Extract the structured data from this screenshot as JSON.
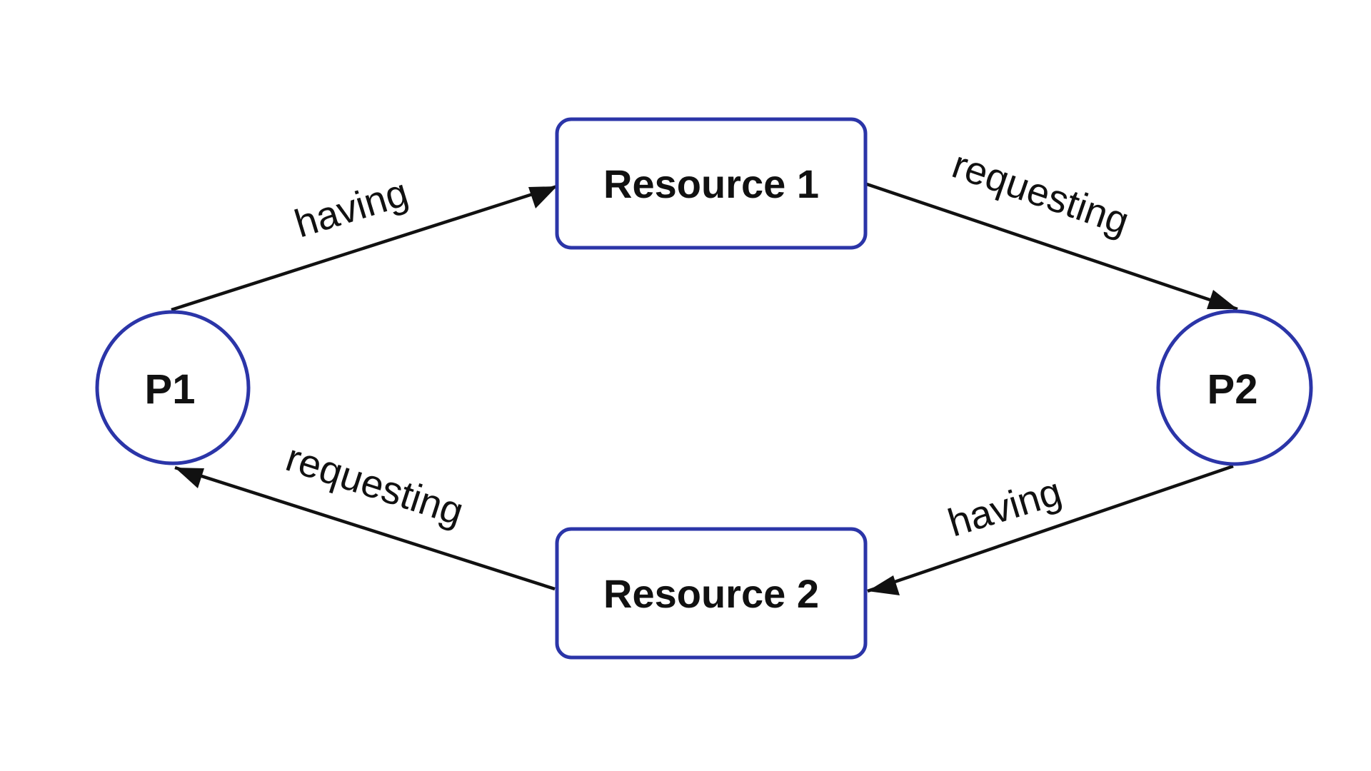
{
  "colors": {
    "node_stroke": "#2B35A8",
    "edge_stroke": "#111111",
    "background": "#ffffff"
  },
  "nodes": {
    "resource1": {
      "label": "Resource 1",
      "shape": "rounded-rectangle"
    },
    "resource2": {
      "label": "Resource 2",
      "shape": "rounded-rectangle"
    },
    "p1": {
      "label": "P1",
      "shape": "circle"
    },
    "p2": {
      "label": "P2",
      "shape": "circle"
    }
  },
  "edges": [
    {
      "from": "P1",
      "to": "Resource 1",
      "label": "having"
    },
    {
      "from": "Resource 1",
      "to": "P2",
      "label": "requesting"
    },
    {
      "from": "P2",
      "to": "Resource 2",
      "label": "having"
    },
    {
      "from": "Resource 2",
      "to": "P1",
      "label": "requesting"
    }
  ]
}
